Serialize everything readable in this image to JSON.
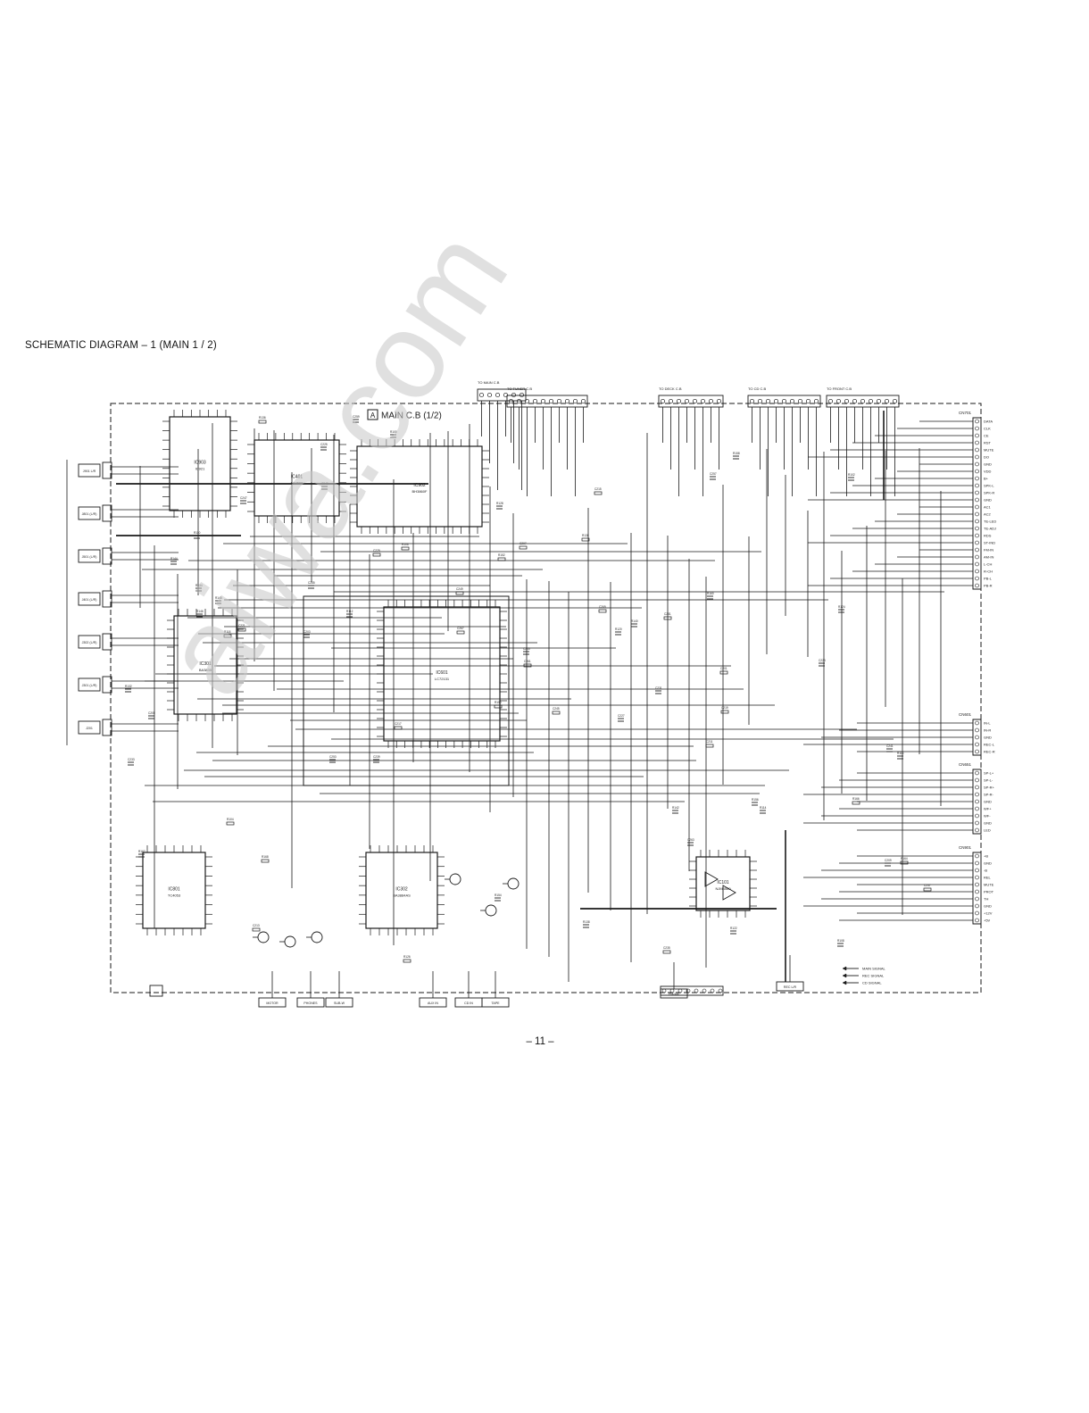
{
  "page": {
    "title": "SCHEMATIC  DIAGRAM – 1  (MAIN 1 / 2)",
    "board_title": "MAIN C.B (1/2)",
    "board_letter": "A",
    "page_number": "– 11 –",
    "watermark": "aiwa.com"
  },
  "colors": {
    "ink": "#1a1a1a",
    "background": "#ffffff",
    "watermark": "#c8c8c8"
  },
  "ics": [
    {
      "ref": "IC903",
      "part": "IC921"
    },
    {
      "ref": "IC401",
      "part": "LA3600"
    },
    {
      "ref": "IC902",
      "part": "BH3860F"
    },
    {
      "ref": "IC601",
      "part": "LC72131"
    },
    {
      "ref": "IC301",
      "part": "BA3835"
    },
    {
      "ref": "IC801",
      "part": "TC4053"
    },
    {
      "ref": "IC302",
      "part": "BA3884AS"
    },
    {
      "ref": "IC101",
      "part": "NJM4580"
    }
  ],
  "connectors": [
    {
      "ref": "CN701",
      "pins": [
        "DATA",
        "CLK",
        "CE",
        "RST",
        "MUTE",
        "DO",
        "GND",
        "VDD",
        "B+",
        "SPK-L",
        "SPK-R",
        "GND",
        "AC1",
        "AC2",
        "TE-LED",
        "TE-ADJ",
        "RDS",
        "ST-IND",
        "FM-IN",
        "AM-IN",
        "L-CH",
        "R-CH",
        "PB-L",
        "PB-R"
      ]
    },
    {
      "ref": "CN601",
      "pins": [
        "IN-L",
        "IN-R",
        "GND",
        "REC-L",
        "REC-R"
      ]
    },
    {
      "ref": "CN651",
      "pins": [
        "SP-L+",
        "SP-L-",
        "SP-R+",
        "SP-R-",
        "GND",
        "WF+",
        "WF-",
        "GND",
        "LED"
      ]
    },
    {
      "ref": "CN901",
      "pins": [
        "+B",
        "GND",
        "-B",
        "REL",
        "MUTE",
        "PROT",
        "TH",
        "GND",
        "+12V",
        "+5V"
      ]
    }
  ],
  "left_blocks": [
    "J901 L/R",
    "J801 (L/R)",
    "J501 (L/R)",
    "J401 (L/R)",
    "J302 (L/R)",
    "J301 (L/R)",
    "J201"
  ],
  "bottom_boxes": [
    "MOTOR",
    "PHONES",
    "SUB-W",
    "AUX IN",
    "CD IN",
    "TAPE",
    "FM/AM",
    "REC L/R"
  ],
  "legend": [
    "MAIN SIGNAL",
    "REC SIGNAL",
    "CD SIGNAL"
  ]
}
